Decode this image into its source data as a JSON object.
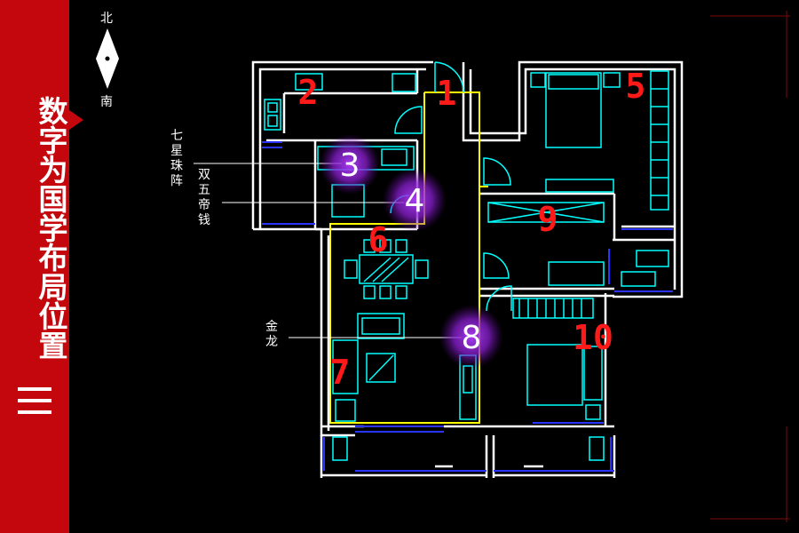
{
  "sidebar": {
    "title": "数字为国学布局位置",
    "bg_color": "#c4070d"
  },
  "compass": {
    "north_label": "北",
    "south_label": "南"
  },
  "annotations": {
    "seven_star": "七星珠阵",
    "double_five": "双五帝钱",
    "golden_dragon": "金龙"
  },
  "room_numbers": [
    "1",
    "2",
    "5",
    "6",
    "7",
    "9",
    "10"
  ],
  "marker_numbers": [
    "3",
    "4",
    "8"
  ],
  "colors": {
    "wall": "#ffffff",
    "furniture": "#00ffff",
    "zone": "#ffff00",
    "window": "#2a33ff",
    "number": "#ff1a1a",
    "marker_glow": "#a020f0"
  }
}
